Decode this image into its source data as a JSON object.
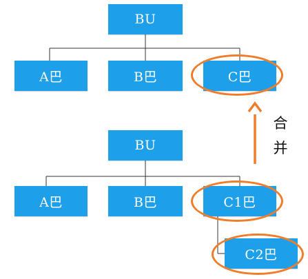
{
  "top_tree": {
    "root": "BU",
    "children": [
      "A巴",
      "B巴",
      "C巴"
    ]
  },
  "bottom_tree": {
    "root": "BU",
    "children": [
      "A巴",
      "B巴",
      "C1巴"
    ],
    "sub_child": "C2巴"
  },
  "merge_label": [
    "合",
    "并"
  ],
  "colors": {
    "node_fill": "#1e9fe9",
    "node_text": "#ffffff",
    "highlight": "#ee7d2c",
    "connector": "#333333"
  }
}
